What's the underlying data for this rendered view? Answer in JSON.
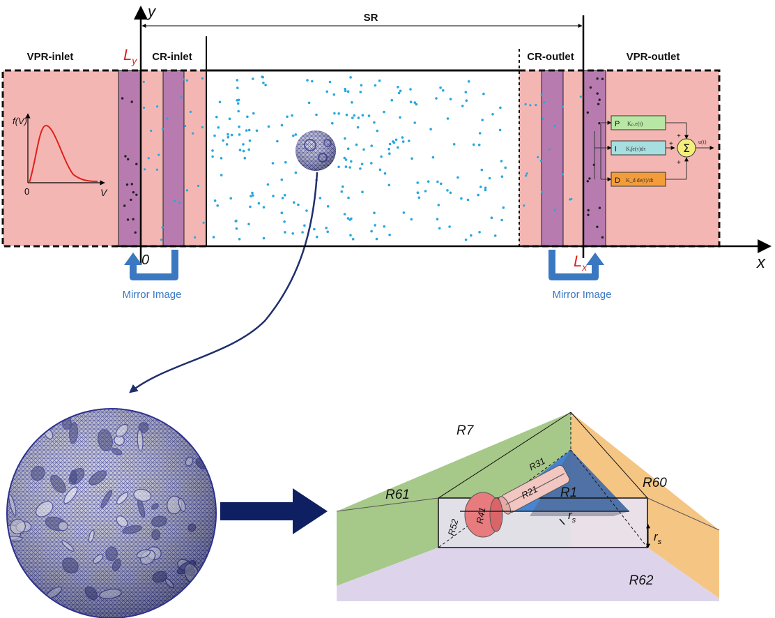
{
  "regions": {
    "vpr_inlet": "VPR-inlet",
    "cr_inlet": "CR-inlet",
    "sr": "SR",
    "cr_outlet": "CR-outlet",
    "vpr_outlet": "VPR-outlet"
  },
  "axes": {
    "x": "x",
    "y": "y",
    "origin": "0",
    "ly_main": "L",
    "ly_sub": "y",
    "lx_main": "L",
    "lx_sub": "x"
  },
  "mirror": {
    "left": "Mirror Image",
    "right": "Mirror Image"
  },
  "distribution": {
    "ylabel": "f(V)",
    "xlabel": "V",
    "origin": "0"
  },
  "pid": {
    "p_key": "P",
    "p_expr": "Kₚ.e(t)",
    "i_key": "I",
    "i_expr": "Kᵢ∫e(τ)dτ",
    "d_key": "D",
    "d_expr": "K_d de(t)/dt",
    "sum": "Σ",
    "output": "u(t)",
    "plus": "+"
  },
  "subregions": {
    "r7": "R7",
    "r60": "R60",
    "r61": "R61",
    "r62": "R62",
    "r1": "R1",
    "r21": "R21",
    "r31": "R31",
    "r41": "R41",
    "r52": "R52",
    "rs1": "r",
    "rs1_sub": "s",
    "rs2": "r",
    "rs2_sub": "s"
  },
  "colors": {
    "reservoir": "#f4b6b3",
    "control_band": "#b77bb0",
    "particle": "#28a7e0",
    "mesh": "#2e3191",
    "arrow": "#1f2f6e",
    "green_face": "#9cc27c",
    "orange_face": "#f4bf77",
    "lavender_face": "#ddd4ec",
    "blue_face": "#3d7fd3",
    "red_label": "#e0201b",
    "mirror_blue": "#3a78c2"
  }
}
